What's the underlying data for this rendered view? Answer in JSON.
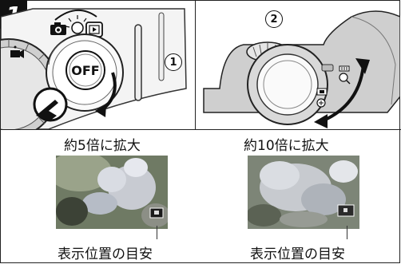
{
  "step": {
    "number": "1"
  },
  "top_left": {
    "callout_number": "1",
    "power_button_label": "OFF",
    "mode_icons": [
      "camera-icon",
      "play-icon",
      "movie-icon"
    ]
  },
  "top_right": {
    "callout_number": "2",
    "zoom_icons": [
      "wide-zoom-icon",
      "tele-zoom-icon"
    ]
  },
  "bottom_left": {
    "caption_top": "約5倍に拡大",
    "caption_bottom": "表示位置の目安"
  },
  "bottom_right": {
    "caption_top": "約10倍に拡大",
    "caption_bottom": "表示位置の目安"
  }
}
